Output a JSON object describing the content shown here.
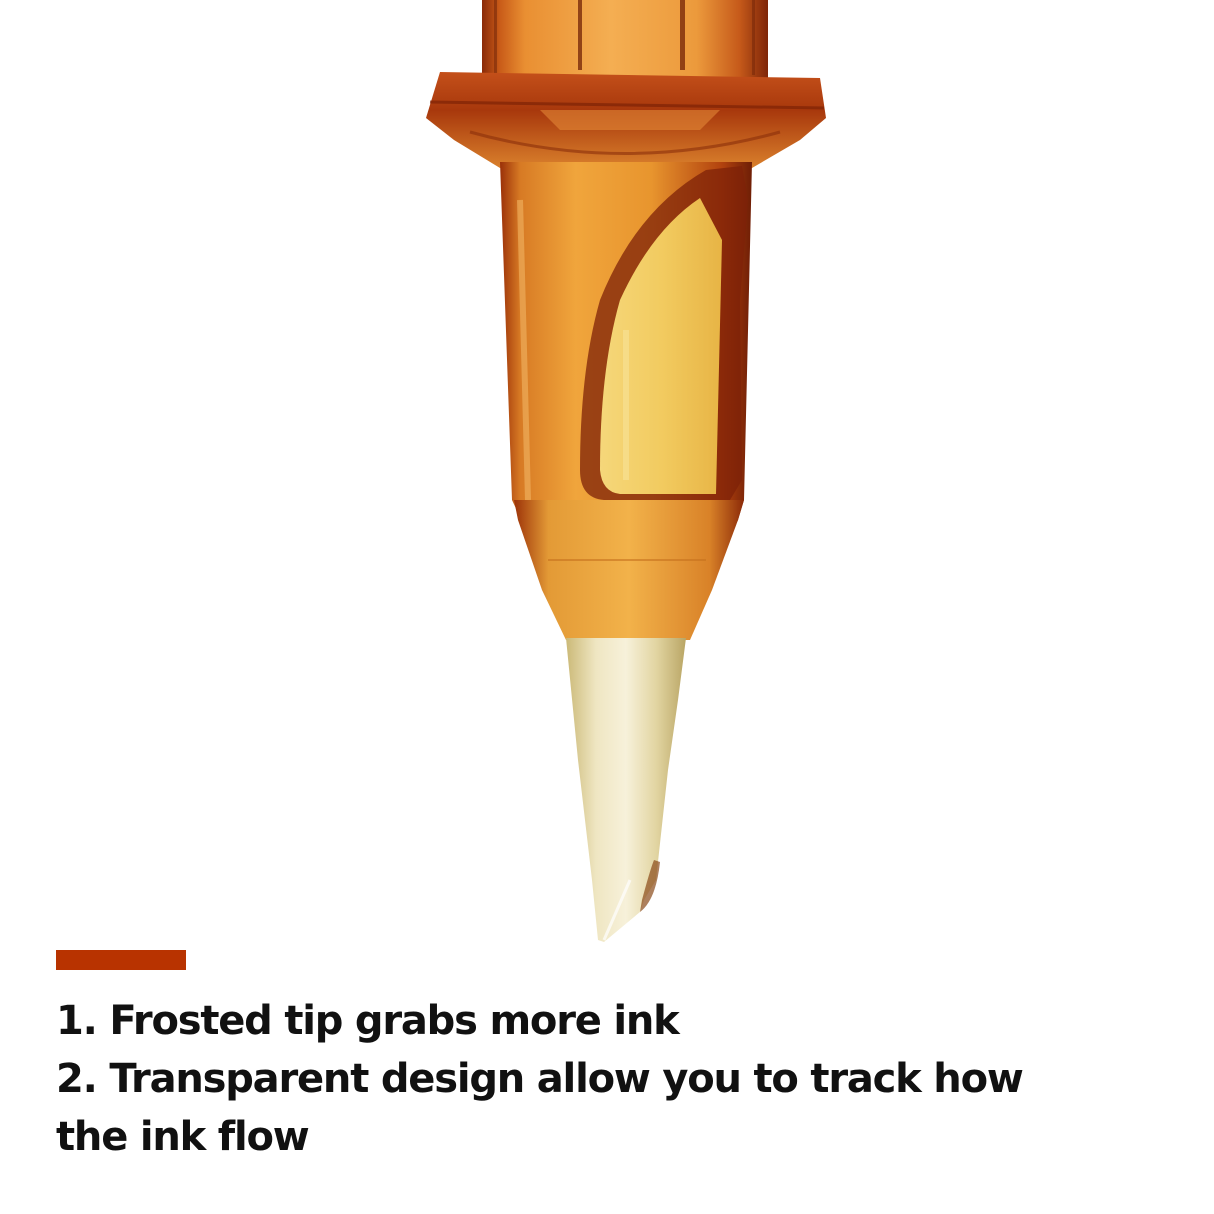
{
  "colors": {
    "accent": "#B83300",
    "text": "#111111",
    "background": "#FFFFFF",
    "cartridge_amber": "#E8962E",
    "cartridge_dark": "#8A2A08",
    "cartridge_flange": "#B8400F",
    "window_yellow": "#F2CF6B",
    "tip_cream": "#E9DFB6"
  },
  "product": {
    "subject": "amber transparent tattoo needle cartridge with frosted tip"
  },
  "features": [
    {
      "text": "1. Frosted tip grabs more ink"
    },
    {
      "text": "2. Transparent design allow you to track how the ink flow"
    }
  ]
}
